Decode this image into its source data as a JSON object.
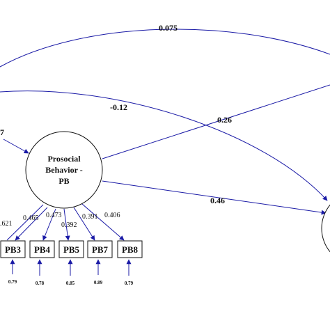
{
  "latent": {
    "line1": "Prosocial",
    "line2": "Behavior -",
    "line3": "PB"
  },
  "path_coefficients": {
    "top_arc": "0.075",
    "left_arc": "-0.12",
    "pb_to_upper_right": "0.26",
    "pb_to_right": "0.46",
    "incoming_partial": "7"
  },
  "indicators": [
    {
      "label": "PB3",
      "loading": ".621",
      "error": "0.79"
    },
    {
      "label": "PB4",
      "loading": "0.465",
      "error": "0.78"
    },
    {
      "label": "PB5",
      "loading": "0.473",
      "error": "0.85"
    },
    {
      "label": "PB7",
      "loading": "0.392",
      "error": "0.89"
    },
    {
      "label": "PB8",
      "loading": "0.391",
      "error": "0.79"
    }
  ],
  "extra_loading": "0.406",
  "colors": {
    "arrow": "#1a1aa6",
    "stroke": "#111111",
    "background": "#ffffff"
  }
}
